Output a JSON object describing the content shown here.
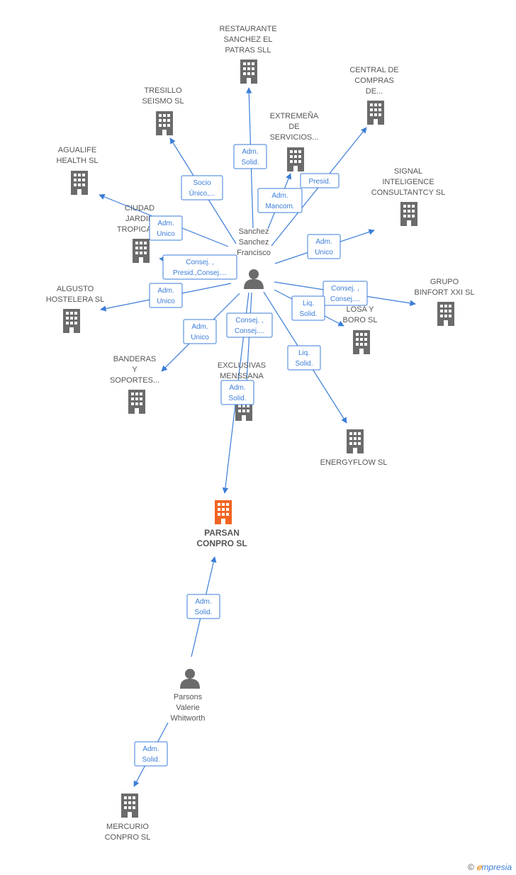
{
  "colors": {
    "edge": "#3b7dd8",
    "building": "#6b6b6b",
    "main_building": "#f26522",
    "person": "#6b6b6b"
  },
  "persons": [
    {
      "id": "p1",
      "label_lines": [
        "Sanchez",
        "Sanchez",
        "Francisco"
      ],
      "icon": "person-icon"
    },
    {
      "id": "p2",
      "label_lines": [
        "Parsons",
        "Valerie",
        "Whitworth"
      ],
      "icon": "person-icon"
    }
  ],
  "companies": [
    {
      "id": "c_main",
      "label_lines": [
        "PARSAN",
        "CONPRO SL"
      ],
      "main": true,
      "icon": "building-icon"
    },
    {
      "id": "c_rest",
      "label_lines": [
        "RESTAURANTE",
        "SANCHEZ EL",
        "PATRAS SLL"
      ],
      "icon": "building-icon"
    },
    {
      "id": "c_central",
      "label_lines": [
        "CENTRAL DE",
        "COMPRAS",
        "DE..."
      ],
      "icon": "building-icon"
    },
    {
      "id": "c_tres",
      "label_lines": [
        "TRESILLO",
        "SEISMO SL"
      ],
      "icon": "building-icon"
    },
    {
      "id": "c_extr",
      "label_lines": [
        "EXTREMEÑA",
        "DE",
        "SERVICIOS..."
      ],
      "icon": "building-icon"
    },
    {
      "id": "c_agua",
      "label_lines": [
        "AGUALIFE",
        "HEALTH SL"
      ],
      "icon": "building-icon"
    },
    {
      "id": "c_signal",
      "label_lines": [
        "SIGNAL",
        "INTELIGENCE",
        "CONSULTANTCY SL"
      ],
      "icon": "building-icon"
    },
    {
      "id": "c_ciudad",
      "label_lines": [
        "CIUDAD",
        "JARDIN",
        "TROPICAL..."
      ],
      "icon": "building-icon"
    },
    {
      "id": "c_algu",
      "label_lines": [
        "ALGUSTO",
        "HOSTELERA SL"
      ],
      "icon": "building-icon"
    },
    {
      "id": "c_grupo",
      "label_lines": [
        "GRUPO",
        "BINFORT XXI SL"
      ],
      "icon": "building-icon"
    },
    {
      "id": "c_losa",
      "label_lines": [
        "LOSA Y",
        "BORO SL"
      ],
      "icon": "building-icon"
    },
    {
      "id": "c_band",
      "label_lines": [
        "BANDERAS",
        "Y",
        "SOPORTES..."
      ],
      "icon": "building-icon"
    },
    {
      "id": "c_excl",
      "label_lines": [
        "EXCLUSIVAS",
        "MENSSANA",
        "..."
      ],
      "icon": "building-icon"
    },
    {
      "id": "c_energy",
      "label_lines": [
        "ENERGYFLOW SL"
      ],
      "icon": "building-icon"
    },
    {
      "id": "c_merc",
      "label_lines": [
        "MERCURIO",
        "CONPRO SL"
      ],
      "icon": "building-icon"
    }
  ],
  "relations": [
    {
      "from": "p1",
      "to": "c_rest",
      "label_lines": [
        "Adm.",
        "Solid."
      ]
    },
    {
      "from": "p1",
      "to": "c_central",
      "label_lines": [
        "Presid."
      ]
    },
    {
      "from": "p1",
      "to": "c_tres",
      "label_lines": [
        "Socio",
        "Único,..."
      ]
    },
    {
      "from": "p1",
      "to": "c_extr",
      "label_lines": [
        "Adm.",
        "Mancom."
      ]
    },
    {
      "from": "p1",
      "to": "c_agua",
      "label_lines": [
        "Adm.",
        "Unico"
      ]
    },
    {
      "from": "p1",
      "to": "c_signal",
      "label_lines": [
        "Adm.",
        "Unico"
      ]
    },
    {
      "from": "p1",
      "to": "c_ciudad",
      "label_lines": [
        "Consej. ,",
        "Presid.,Consej...."
      ]
    },
    {
      "from": "p1",
      "to": "c_algu",
      "label_lines": [
        "Adm.",
        "Unico"
      ]
    },
    {
      "from": "p1",
      "to": "c_grupo",
      "label_lines": [
        "Consej. ,",
        "Consej...."
      ]
    },
    {
      "from": "p1",
      "to": "c_losa",
      "label_lines": [
        "Liq.",
        "Solid."
      ]
    },
    {
      "from": "p1",
      "to": "c_band",
      "label_lines": [
        "Adm.",
        "Unico"
      ]
    },
    {
      "from": "p1",
      "to": "c_excl",
      "label_lines": [
        "Consej. ,",
        "Consej...."
      ]
    },
    {
      "from": "p1",
      "to": "c_main",
      "label_lines": [
        "Adm.",
        "Solid."
      ]
    },
    {
      "from": "p1",
      "to": "c_energy",
      "label_lines": [
        "Liq.",
        "Solid."
      ]
    },
    {
      "from": "p2",
      "to": "c_main",
      "label_lines": [
        "Adm.",
        "Solid."
      ]
    },
    {
      "from": "p2",
      "to": "c_merc",
      "label_lines": [
        "Adm.",
        "Solid."
      ]
    }
  ],
  "brand": {
    "copyright": "©",
    "e": "ℯ",
    "rest": "mpresia"
  }
}
